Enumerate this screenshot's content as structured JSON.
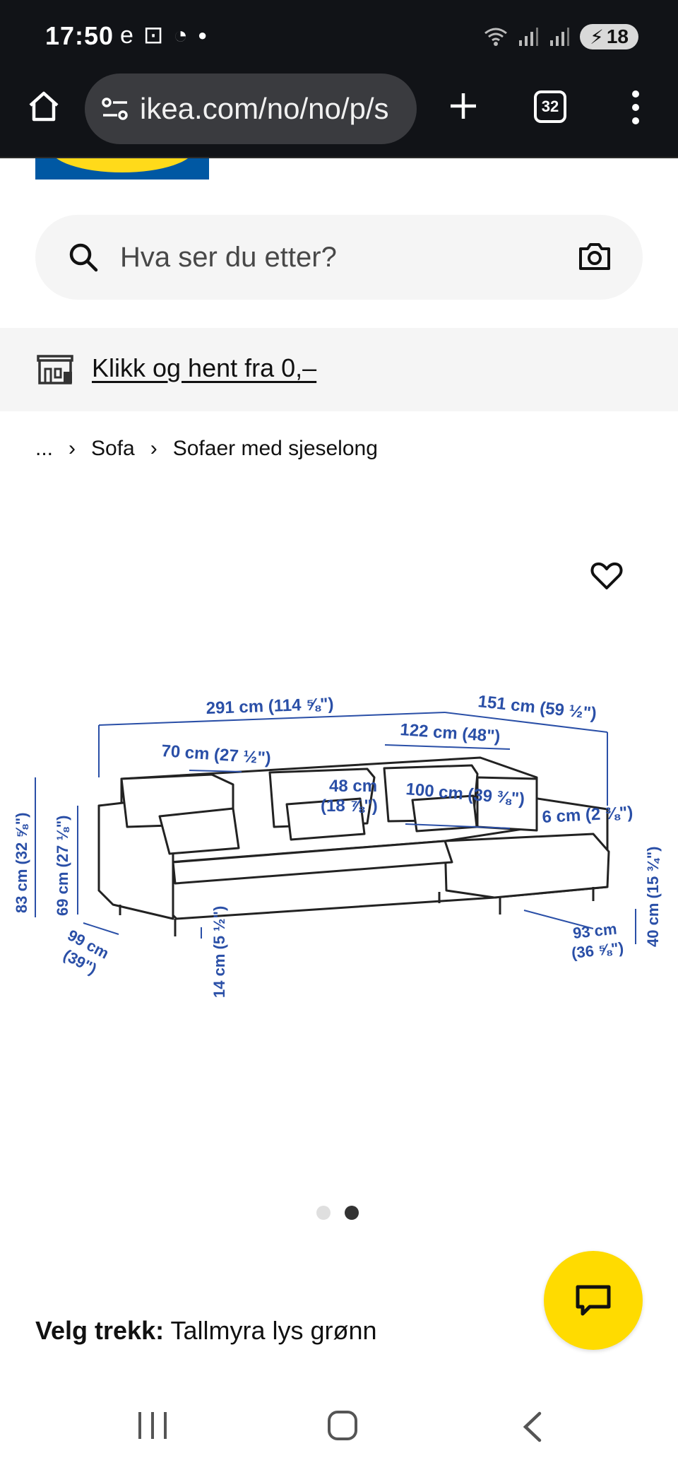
{
  "status_bar": {
    "time": "17:50",
    "battery": "18"
  },
  "browser": {
    "url": "ikea.com/no/no/p/s",
    "tab_count": "32"
  },
  "search": {
    "placeholder": "Hva ser du etter?"
  },
  "banner": {
    "link_text": "Klikk og hent fra 0,–"
  },
  "breadcrumb": {
    "items": [
      "...",
      "Sofa",
      "Sofaer med sjeselong"
    ]
  },
  "product_image": {
    "dimensions": {
      "total_width": "291 cm (114 ⅝\")",
      "chaise_width": "151 cm (59 ½\")",
      "chaise_inner": "122 cm (48\")",
      "seat_width": "70 cm (27 ½\")",
      "seat_depth_1": "48 cm",
      "seat_depth_1b": "(18 ⅞\")",
      "chaise_seat": "100 cm (39 ⅜\")",
      "arm_width": "6 cm (2 ⅜\")",
      "height_total": "83 cm (32 ⅝\")",
      "height_arm": "69 cm (27 ⅛\")",
      "depth": "99 cm",
      "depth_in": "(39\")",
      "leg_height": "14 cm (5 ½\")",
      "seat_height": "40 cm (15 ¾\")",
      "chaise_depth": "93 cm",
      "chaise_depth_in": "(36 ⅝\")"
    },
    "carousel": {
      "current": 2,
      "total": 2
    }
  },
  "cover": {
    "label": "Velg trekk:",
    "value": "Tallmyra lys grønn"
  },
  "colors": {
    "status_bg": "#111317",
    "ikea_blue": "#0058a3",
    "ikea_yellow": "#ffda1a",
    "dimension_blue": "#2a4fa7",
    "chat_yellow": "#ffdb00"
  }
}
